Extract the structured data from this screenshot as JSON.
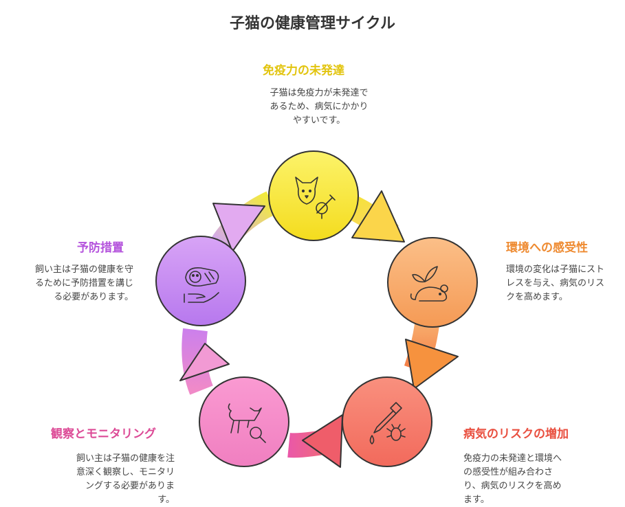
{
  "title": "子猫の健康管理サイクル",
  "steps": [
    {
      "title": "免疫力の未発達",
      "desc": [
        "子猫は免疫力が未発達で",
        "あるため、病気にかかり",
        "やすいです。"
      ],
      "icon": "cat-syringe-icon",
      "color": "#e8cc12"
    },
    {
      "title": "環境への感受性",
      "desc": [
        "環境の変化は子猫にスト",
        "レスを与え、病気のリス",
        "クを高めます。"
      ],
      "icon": "mouse-leaf-icon",
      "color": "#f08a33"
    },
    {
      "title": "病気のリスクの増加",
      "desc": [
        "免疫力の未発達と環境へ",
        "の感受性が組み合わさ",
        "り、病気のリスクを高め",
        "ます。"
      ],
      "icon": "dropper-bug-icon",
      "color": "#ee5a4a"
    },
    {
      "title": "観察とモニタリング",
      "desc": [
        "飼い主は子猫の健康を注",
        "意深く観察し、モニタリ",
        "ングする必要がありま",
        "す。"
      ],
      "icon": "cat-magnifier-icon",
      "color": "#e04e9a"
    },
    {
      "title": "予防措置",
      "desc": [
        "飼い主は子猫の健康を守",
        "るために予防措置を講じ",
        "る必要があります。"
      ],
      "icon": "baby-hand-icon",
      "color": "#b45ae0"
    }
  ]
}
